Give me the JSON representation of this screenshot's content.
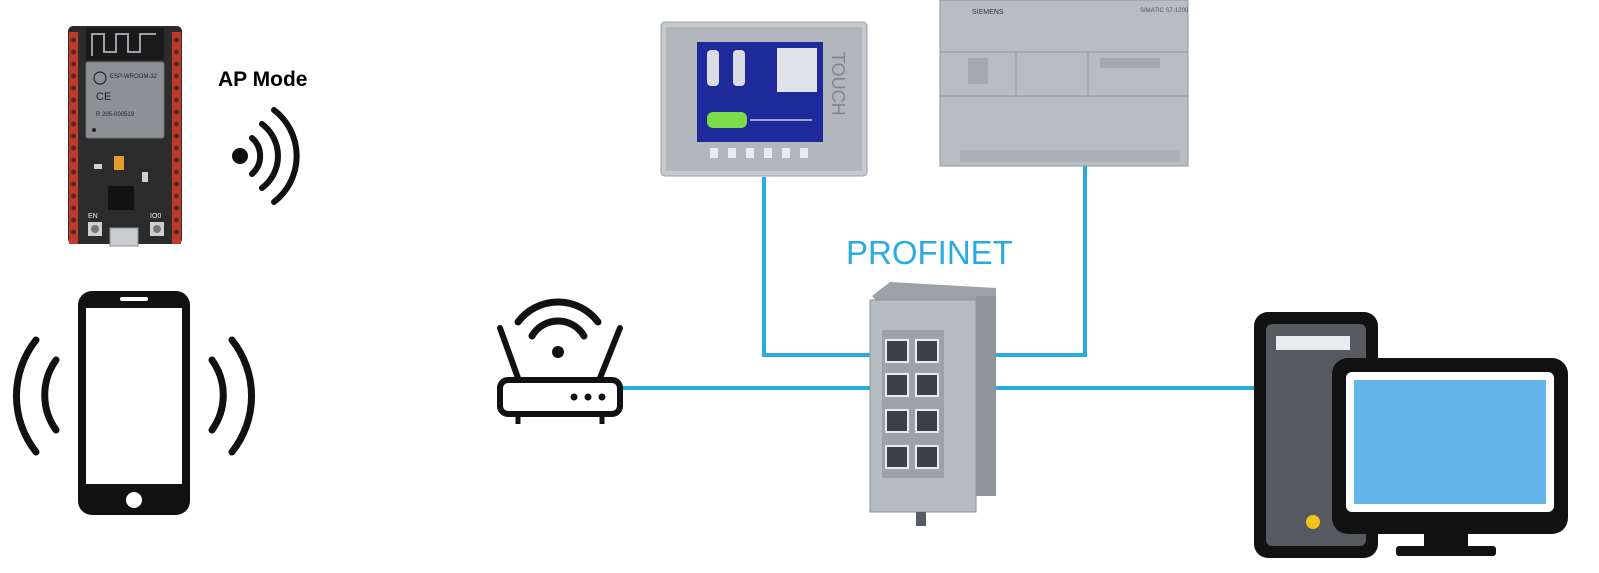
{
  "labels": {
    "ap_mode": "AP Mode",
    "network": "PROFINET",
    "hmi_brand": "TOUCH",
    "plc_brand": "SIEMENS",
    "plc_model": "SIMATIC S7-1200",
    "esp_module": "ESP-WROOM-32",
    "esp_button_en": "EN",
    "esp_button_io0": "IO0"
  },
  "colors": {
    "cable": "#29abe2",
    "network_label": "#29abe2",
    "esp_board": "#2b2b2b",
    "esp_pins": "#c0392b",
    "device_gray": "#b7bdc3",
    "hmi_screen": "#1f2a9a",
    "monitor_screen": "#63b4ea",
    "icon_black": "#111111"
  },
  "nodes": [
    {
      "id": "esp32",
      "icon": "esp32-board-icon"
    },
    {
      "id": "wifi",
      "icon": "wifi-waves-icon"
    },
    {
      "id": "phone",
      "icon": "smartphone-icon"
    },
    {
      "id": "router",
      "icon": "wifi-router-icon"
    },
    {
      "id": "hmi",
      "icon": "hmi-panel-icon"
    },
    {
      "id": "plc",
      "icon": "plc-icon"
    },
    {
      "id": "switch",
      "icon": "ethernet-switch-icon"
    },
    {
      "id": "pc",
      "icon": "desktop-computer-icon"
    }
  ],
  "connections": [
    {
      "from": "hmi",
      "to": "switch"
    },
    {
      "from": "plc",
      "to": "switch"
    },
    {
      "from": "router",
      "to": "switch"
    },
    {
      "from": "switch",
      "to": "pc"
    }
  ]
}
